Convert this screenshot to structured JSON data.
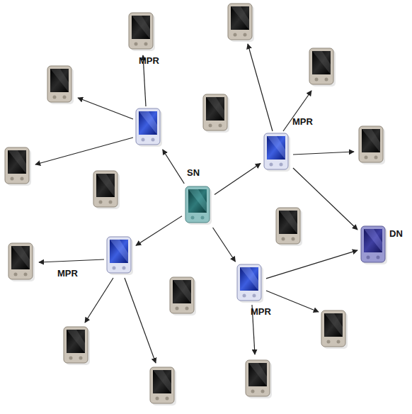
{
  "diagram": {
    "nodes": [
      {
        "text": [
          "SN"
        ]
      },
      {
        "text": [
          "MPR"
        ]
      },
      {
        "text": [
          "MPR"
        ]
      },
      {
        "text": [
          "MPR"
        ]
      },
      {
        "text": [
          "MPR"
        ]
      },
      {
        "text": [
          "DN"
        ]
      }
    ],
    "edges": [
      {
        "from": 0,
        "to": 1,
        "arrow": "to"
      },
      {
        "from": 0,
        "to": 2,
        "arrow": "to"
      },
      {
        "from": 0,
        "to": 3,
        "arrow": "to"
      },
      {
        "from": 0,
        "to": 4,
        "arrow": "to"
      },
      {
        "from": 2,
        "to": 5,
        "arrow": "to"
      },
      {
        "from": 4,
        "to": 5,
        "arrow": "to"
      }
    ]
  }
}
